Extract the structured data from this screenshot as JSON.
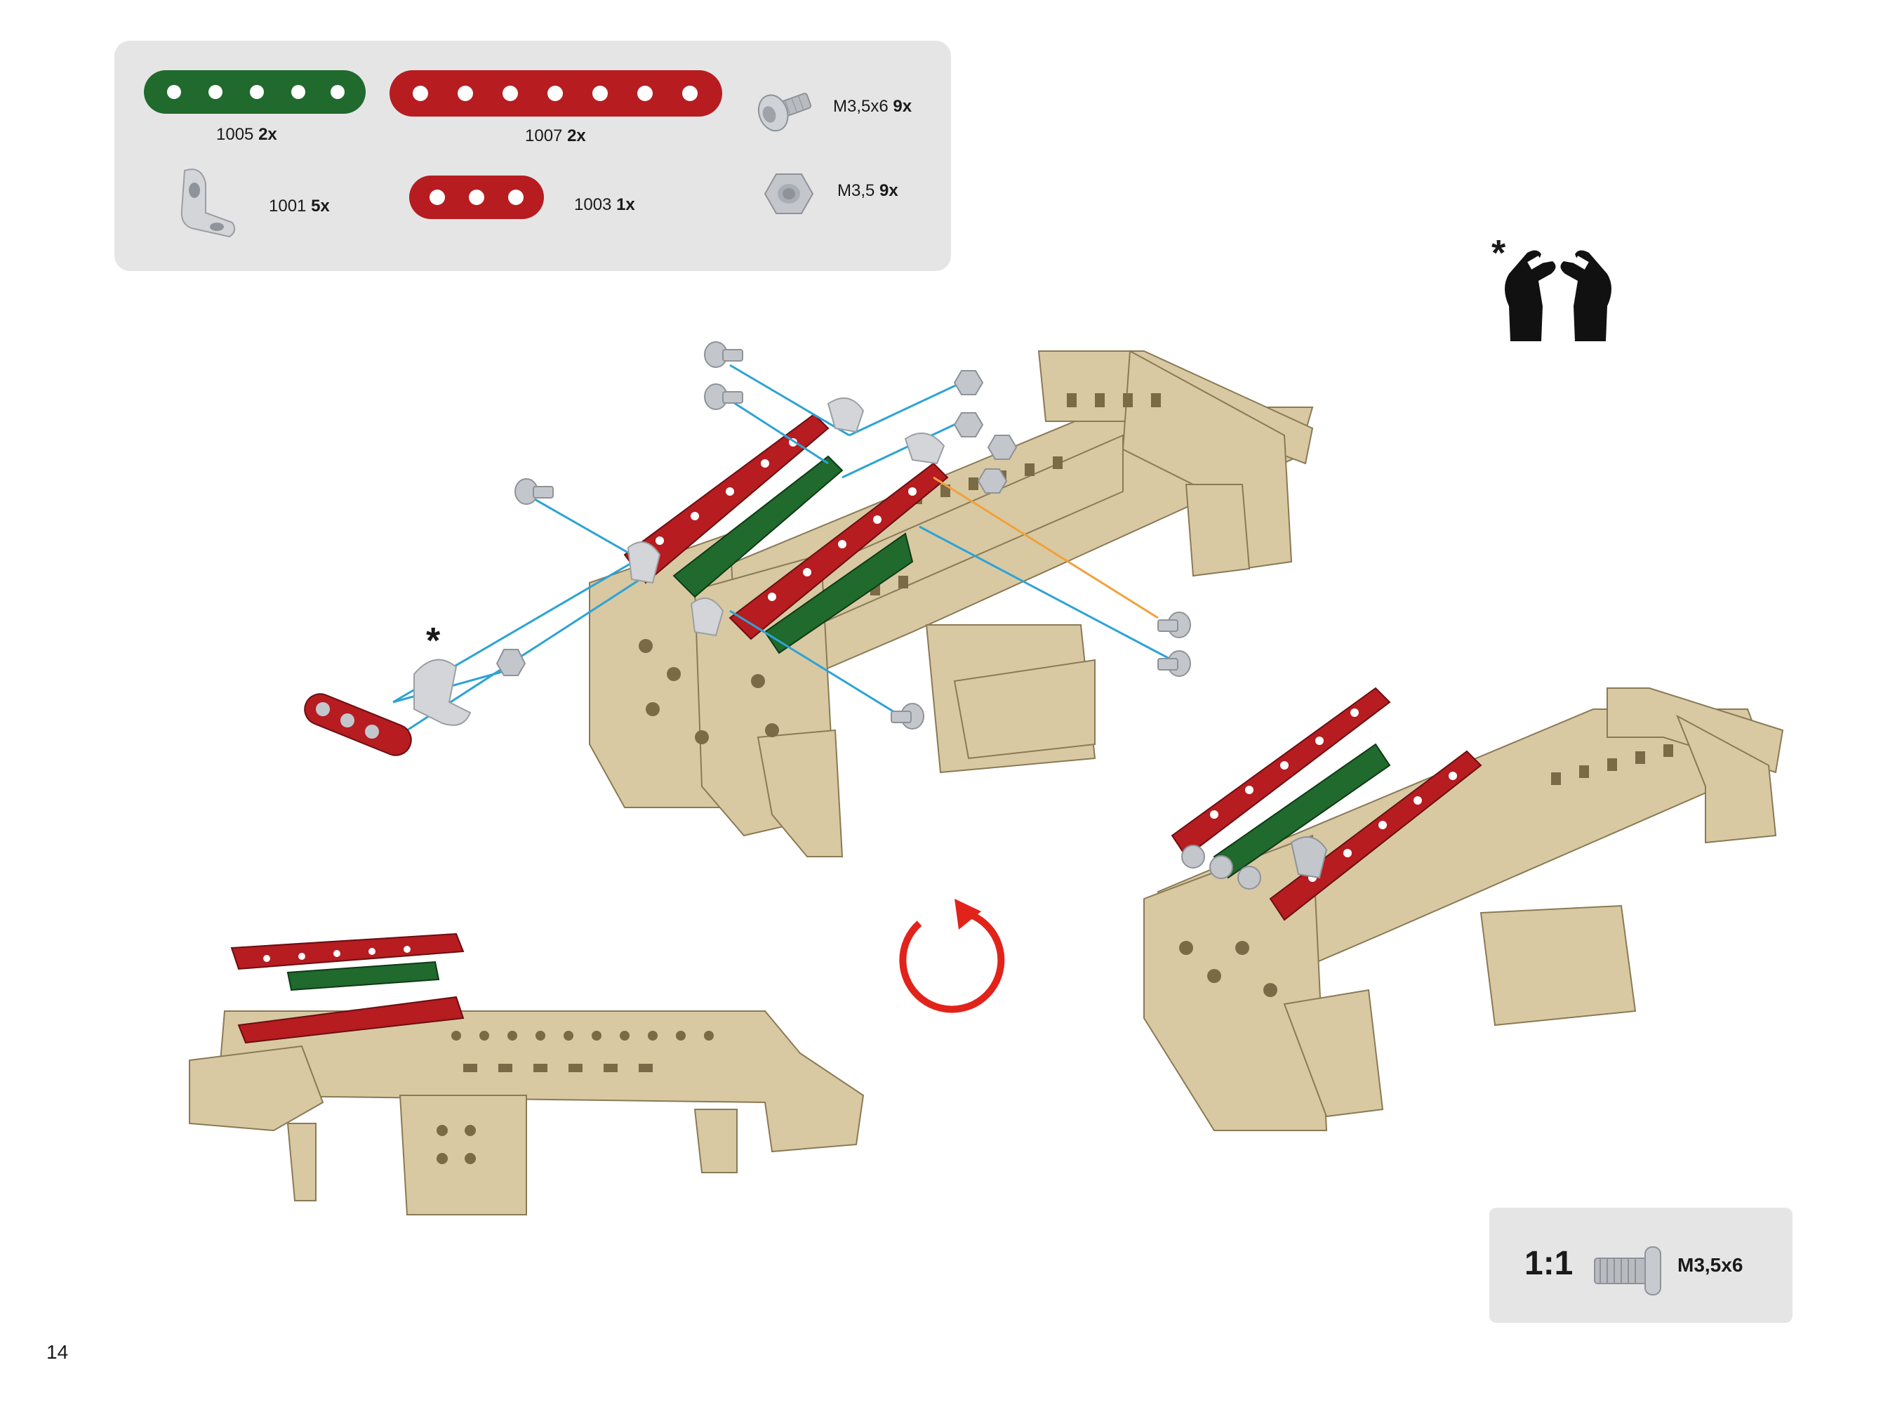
{
  "parts": [
    {
      "code": "1005",
      "qty": "2x"
    },
    {
      "code": "1007",
      "qty": "2x"
    },
    {
      "code": "M3,5x6",
      "qty": "9x"
    },
    {
      "code": "1001",
      "qty": "5x"
    },
    {
      "code": "1003",
      "qty": "1x"
    },
    {
      "code": "M3,5",
      "qty": "9x"
    }
  ],
  "page_number": "14",
  "scale": {
    "ratio": "1:1",
    "bolt": "M3,5x6"
  },
  "asterisk": "*",
  "colors": {
    "strip_green": "#1f6a2c",
    "strip_red": "#b61c20",
    "beige": "#d8c9a3",
    "beige_dark": "#b9a67a",
    "metal": "#c5c8cc",
    "guide_line": "#2ea3d5",
    "guide_line_alt": "#f2a13a",
    "rotate_arrow": "#e2231a"
  },
  "icons": [
    "bolt-icon",
    "nut-icon",
    "angle-bracket-icon",
    "two-hands-icon",
    "rotate-arrow-icon"
  ]
}
